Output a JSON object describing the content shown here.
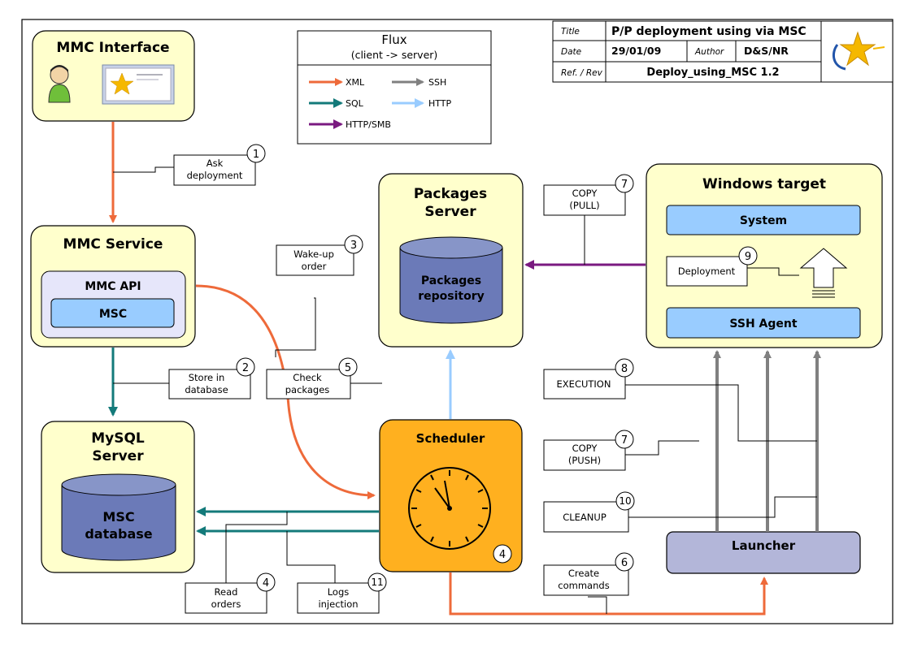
{
  "header": {
    "title_key": "Title",
    "title_value": "P/P deployment using via MSC",
    "date_key": "Date",
    "date_value": "29/01/09",
    "author_key": "Author",
    "author_value": "D&S/NR",
    "ref_key": "Ref. / Rev",
    "ref_value": "Deploy_using_MSC 1.2"
  },
  "legend": {
    "title": "Flux",
    "subtitle": "(client -> server)",
    "items": [
      {
        "label": "XML",
        "color": "#ee6a3a"
      },
      {
        "label": "SSH",
        "color": "#808080"
      },
      {
        "label": "SQL",
        "color": "#137a7a"
      },
      {
        "label": "HTTP",
        "color": "#99ccff"
      },
      {
        "label": "HTTP/SMB",
        "color": "#7a1a80"
      }
    ]
  },
  "nodes": {
    "mmc_interface": "MMC Interface",
    "mmc_service": "MMC Service",
    "mmc_api": "MMC API",
    "msc": "MSC",
    "mysql_server_1": "MySQL",
    "mysql_server_2": "Server",
    "msc_db_1": "MSC",
    "msc_db_2": "database",
    "packages_server_1": "Packages",
    "packages_server_2": "Server",
    "packages_repo_1": "Packages",
    "packages_repo_2": "repository",
    "windows_target": "Windows target",
    "system": "System",
    "ssh_agent": "SSH Agent",
    "deployment": "Deployment",
    "scheduler": "Scheduler",
    "launcher": "Launcher"
  },
  "steps": [
    {
      "num": "1",
      "line1": "Ask",
      "line2": "deployment"
    },
    {
      "num": "2",
      "line1": "Store in",
      "line2": "database"
    },
    {
      "num": "3",
      "line1": "Wake-up",
      "line2": "order"
    },
    {
      "num": "4",
      "line1": "Read",
      "line2": "orders"
    },
    {
      "num": "5",
      "line1": "Check",
      "line2": "packages"
    },
    {
      "num": "6",
      "line1": "Create",
      "line2": "commands"
    },
    {
      "num": "7",
      "line1": "COPY",
      "line2": "(PULL)"
    },
    {
      "num": "7",
      "line1": "COPY",
      "line2": "(PUSH)"
    },
    {
      "num": "8",
      "line1": "EXECUTION",
      "line2": ""
    },
    {
      "num": "9",
      "line1": "",
      "line2": ""
    },
    {
      "num": "10",
      "line1": "CLEANUP",
      "line2": ""
    },
    {
      "num": "11",
      "line1": "Logs",
      "line2": "injection"
    },
    {
      "num": "4",
      "line1": "",
      "line2": ""
    }
  ],
  "colors": {
    "box_fill": "#ffffcc",
    "api_fill": "#e6e6fa",
    "blue_fill": "#99ccff",
    "db_fill": "#6b7ab8",
    "scheduler_fill": "#ffb01f",
    "launcher_fill": "#b3b6d9"
  }
}
